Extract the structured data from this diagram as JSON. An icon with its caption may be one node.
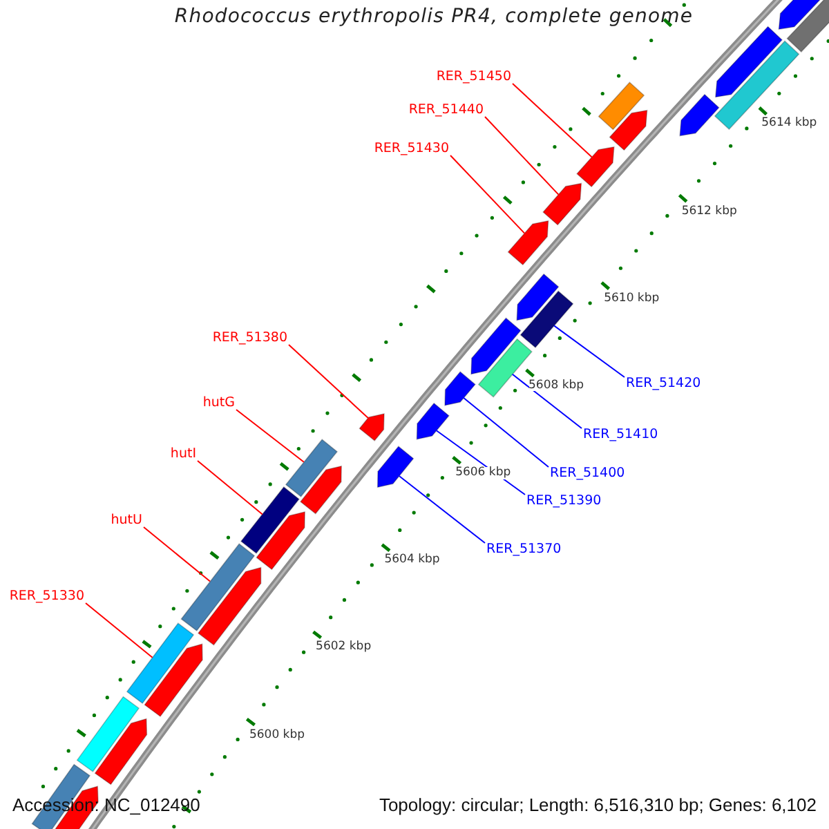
{
  "diagram": {
    "title": "Rhodococcus erythropolis PR4, complete genome",
    "nodes": [
      {
        "text": [
          "RER_51450"
        ]
      },
      {
        "text": [
          "RER_51440"
        ]
      },
      {
        "text": [
          "RER_51430"
        ]
      },
      {
        "text": [
          "RER_51380"
        ]
      },
      {
        "text": [
          "RER_51420"
        ]
      },
      {
        "text": [
          "RER_51410"
        ]
      },
      {
        "text": [
          "RER_51400"
        ]
      },
      {
        "text": [
          "RER_51390"
        ]
      },
      {
        "text": [
          "hutG"
        ]
      },
      {
        "text": [
          "RER_51370"
        ]
      },
      {
        "text": [
          "hutI"
        ]
      },
      {
        "text": [
          "hutU"
        ]
      },
      {
        "text": [
          "RER_51330"
        ]
      },
      {
        "text": [],
        "shape": "box"
      },
      {
        "text": [],
        "shape": "arrow"
      },
      {
        "text": [],
        "shape": "box"
      },
      {
        "text": [],
        "shape": "arrow"
      },
      {
        "text": [],
        "shape": "box"
      },
      {
        "text": [],
        "shape": "arrow"
      },
      {
        "text": [],
        "shape": "box"
      },
      {
        "text": [],
        "shape": "arrow"
      },
      {
        "text": [],
        "shape": "box"
      },
      {
        "text": [],
        "shape": "arrow"
      },
      {
        "text": [],
        "shape": "box"
      },
      {
        "text": [],
        "shape": "arrow"
      },
      {
        "text": [],
        "shape": "arrow"
      },
      {
        "text": [],
        "shape": "arrow"
      },
      {
        "text": [],
        "shape": "arrow"
      },
      {
        "text": [],
        "shape": "arrow"
      },
      {
        "text": [],
        "shape": "box"
      },
      {
        "text": [],
        "shape": "arrow"
      },
      {
        "text": [],
        "shape": "box"
      },
      {
        "text": [],
        "shape": "arrow"
      },
      {
        "text": [],
        "shape": "arrow"
      },
      {
        "text": [],
        "shape": "arrow"
      },
      {
        "text": [],
        "shape": "arrow"
      },
      {
        "text": [],
        "shape": "box"
      },
      {
        "text": [],
        "shape": "arrow"
      },
      {
        "text": [],
        "shape": "arrow"
      },
      {
        "text": [],
        "shape": "box"
      },
      {
        "text": [],
        "shape": "arrow"
      },
      {
        "text": [],
        "shape": "arrow"
      },
      {
        "text": [],
        "shape": "box"
      }
    ],
    "edges": [
      {
        "from": 0,
        "to": 35,
        "arrow": "none"
      },
      {
        "from": 1,
        "to": 34,
        "arrow": "none"
      },
      {
        "from": 2,
        "to": 33,
        "arrow": "none"
      },
      {
        "from": 3,
        "to": 26,
        "arrow": "none"
      },
      {
        "from": 4,
        "to": 31,
        "arrow": "none",
        "color": "#0000ff"
      },
      {
        "from": 5,
        "to": 29,
        "arrow": "none",
        "color": "#0000ff"
      },
      {
        "from": 6,
        "to": 28,
        "arrow": "none",
        "color": "#0000ff"
      },
      {
        "from": 7,
        "to": 27,
        "arrow": "none",
        "color": "#0000ff"
      },
      {
        "from": 8,
        "to": 23,
        "arrow": "none"
      },
      {
        "from": 9,
        "to": 25,
        "arrow": "none",
        "color": "#0000ff"
      },
      {
        "from": 10,
        "to": 21,
        "arrow": "none"
      },
      {
        "from": 11,
        "to": 19,
        "arrow": "none"
      },
      {
        "from": 12,
        "to": 17,
        "arrow": "none"
      }
    ],
    "labels": [
      "5614 kbp",
      "5612 kbp",
      "5610 kbp",
      "5608 kbp",
      "5606 kbp",
      "5604 kbp",
      "5602 kbp",
      "5600 kbp",
      "Accession: NC_012490",
      "Topology: circular; Length: 6,516,310 bp; Genes: 6,102"
    ]
  }
}
